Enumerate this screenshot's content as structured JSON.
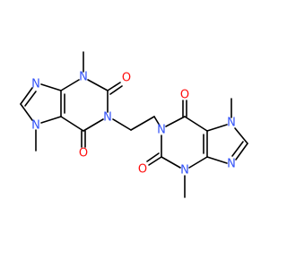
{
  "colors": {
    "carbon_bond": "#000000",
    "nitrogen": "#3050F8",
    "oxygen": "#FF0D0D",
    "background": "#ffffff"
  },
  "atom_labels": {
    "n1": "N",
    "n3": "N",
    "n7": "N",
    "n9": "N",
    "o2": "O",
    "o6": "O",
    "n1b": "N",
    "n3b": "N",
    "n7b": "N",
    "n9b": "N",
    "o2b": "O",
    "o6b": "O"
  }
}
